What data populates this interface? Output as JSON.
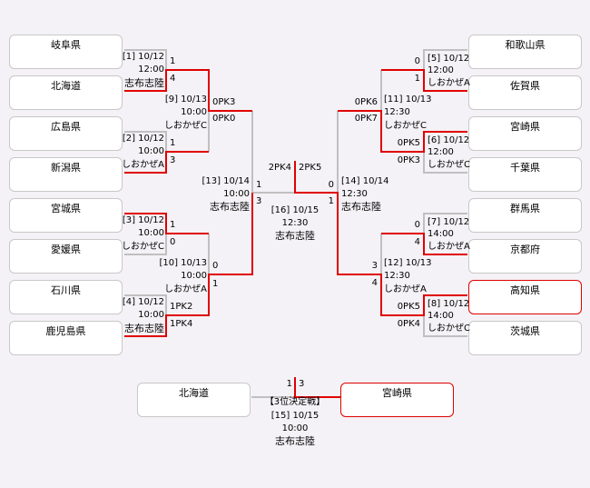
{
  "teams_left": [
    "岐阜県",
    "北海道",
    "広島県",
    "新潟県",
    "宮城県",
    "愛媛県",
    "石川県",
    "鹿児島県"
  ],
  "teams_right": [
    "和歌山県",
    "佐賀県",
    "宮崎県",
    "千葉県",
    "群馬県",
    "京都府",
    "高知県",
    "茨城県"
  ],
  "matches": {
    "m1": {
      "no": "[1] 10/12",
      "time": "12:00",
      "venue": "志布志陸",
      "s1": "1",
      "s2": "4"
    },
    "m2": {
      "no": "[2] 10/12",
      "time": "10:00",
      "venue": "しおかぜA",
      "s1": "1",
      "s2": "3"
    },
    "m3": {
      "no": "[3] 10/12",
      "time": "10:00",
      "venue": "しおかぜC",
      "s1": "1",
      "s2": "0"
    },
    "m4": {
      "no": "[4] 10/12",
      "time": "10:00",
      "venue": "志布志陸",
      "s1": "1PK2",
      "s2": "1PK4"
    },
    "m5": {
      "no": "[5] 10/12",
      "time": "12:00",
      "venue": "しおかぜA",
      "s1": "0",
      "s2": "1"
    },
    "m6": {
      "no": "[6] 10/12",
      "time": "12:00",
      "venue": "しおかぜC",
      "s1": "0PK5",
      "s2": "0PK3"
    },
    "m7": {
      "no": "[7] 10/12",
      "time": "14:00",
      "venue": "しおかぜA",
      "s1": "0",
      "s2": "4"
    },
    "m8": {
      "no": "[8] 10/12",
      "time": "14:00",
      "venue": "しおかぜC",
      "s1": "0PK5",
      "s2": "0PK4"
    },
    "m9": {
      "no": "[9] 10/13",
      "time": "10:00",
      "venue": "しおかぜC",
      "s1": "0PK3",
      "s2": "0PK0"
    },
    "m10": {
      "no": "[10] 10/13",
      "time": "10:00",
      "venue": "しおかぜA",
      "s1": "0",
      "s2": "1"
    },
    "m11": {
      "no": "[11] 10/13",
      "time": "12:30",
      "venue": "しおかぜC",
      "s1": "0PK6",
      "s2": "0PK7"
    },
    "m12": {
      "no": "[12] 10/13",
      "time": "12:30",
      "venue": "しおかぜA",
      "s1": "3",
      "s2": "4"
    },
    "m13": {
      "no": "[13] 10/14",
      "time": "10:00",
      "venue": "志布志陸",
      "s1": "1",
      "s2": "3"
    },
    "m14": {
      "no": "[14] 10/14",
      "time": "12:30",
      "venue": "志布志陸",
      "s1": "0",
      "s2": "1"
    },
    "m16": {
      "no": "[16] 10/15",
      "time": "12:30",
      "venue": "志布志陸",
      "s1": "2PK4",
      "s2": "2PK5"
    }
  },
  "third_place": {
    "label": "【3位決定戦】",
    "team1": "北海道",
    "team2": "宮崎県",
    "no": "[15] 10/15",
    "time": "10:00",
    "venue": "志布志陸",
    "s1": "1",
    "s2": "3"
  },
  "colors": {
    "win": "#e00000",
    "line": "#c0c0c0",
    "background": "#f4f2f6"
  }
}
